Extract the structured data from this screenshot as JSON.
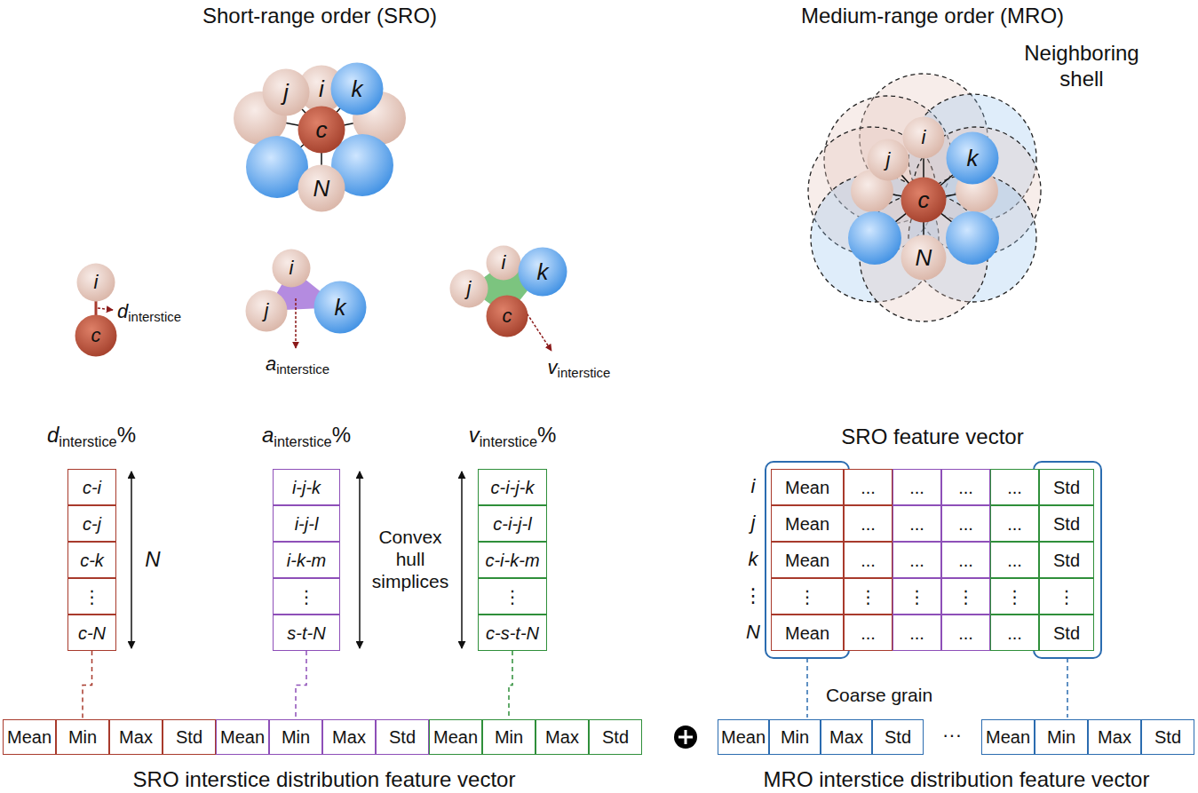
{
  "diagram": {
    "nodes": [
      {
        "text": [
          "i"
        ]
      },
      {
        "text": [
          "j"
        ]
      },
      {
        "text": [
          "k"
        ]
      },
      {
        "text": [
          "c"
        ]
      },
      {
        "text": [
          "N"
        ]
      },
      {
        "text": [
          "i"
        ]
      },
      {
        "text": [
          "c"
        ]
      },
      {
        "text": [
          "i"
        ]
      },
      {
        "text": [
          "j"
        ]
      },
      {
        "text": [
          "k"
        ]
      },
      {
        "text": [
          "i"
        ]
      },
      {
        "text": [
          "j"
        ]
      },
      {
        "text": [
          "k"
        ]
      },
      {
        "text": [
          "c"
        ]
      },
      {
        "text": [
          "i"
        ]
      },
      {
        "text": [
          "j"
        ]
      },
      {
        "text": [
          "k"
        ]
      },
      {
        "text": [
          "c"
        ]
      },
      {
        "text": [
          "N"
        ]
      },
      {
        "text": [
          "c-i"
        ]
      },
      {
        "text": [
          "c-j"
        ]
      },
      {
        "text": [
          "c-k"
        ]
      },
      {
        "text": [
          "⋮"
        ]
      },
      {
        "text": [
          "c-N"
        ]
      },
      {
        "text": [
          "i-j-k"
        ]
      },
      {
        "text": [
          "i-j-l"
        ]
      },
      {
        "text": [
          "i-k-m"
        ]
      },
      {
        "text": [
          "⋮"
        ]
      },
      {
        "text": [
          "s-t-N"
        ]
      },
      {
        "text": [
          "c-i-j-k"
        ]
      },
      {
        "text": [
          "c-i-j-l"
        ]
      },
      {
        "text": [
          "c-i-k-m"
        ]
      },
      {
        "text": [
          "⋮"
        ]
      },
      {
        "text": [
          "c-s-t-N"
        ]
      },
      {
        "text": [
          "Mean"
        ]
      },
      {
        "text": [
          "..."
        ]
      },
      {
        "text": [
          "..."
        ]
      },
      {
        "text": [
          "..."
        ]
      },
      {
        "text": [
          "..."
        ]
      },
      {
        "text": [
          "Std"
        ]
      },
      {
        "text": [
          "Mean"
        ]
      },
      {
        "text": [
          "..."
        ]
      },
      {
        "text": [
          "..."
        ]
      },
      {
        "text": [
          "..."
        ]
      },
      {
        "text": [
          "..."
        ]
      },
      {
        "text": [
          "Std"
        ]
      },
      {
        "text": [
          "Mean"
        ]
      },
      {
        "text": [
          "..."
        ]
      },
      {
        "text": [
          "..."
        ]
      },
      {
        "text": [
          "..."
        ]
      },
      {
        "text": [
          "..."
        ]
      },
      {
        "text": [
          "Std"
        ]
      },
      {
        "text": [
          "⋮"
        ]
      },
      {
        "text": [
          "⋮"
        ]
      },
      {
        "text": [
          "⋮"
        ]
      },
      {
        "text": [
          "⋮"
        ]
      },
      {
        "text": [
          "⋮"
        ]
      },
      {
        "text": [
          "⋮"
        ]
      },
      {
        "text": [
          "Mean"
        ]
      },
      {
        "text": [
          "..."
        ]
      },
      {
        "text": [
          "..."
        ]
      },
      {
        "text": [
          "..."
        ]
      },
      {
        "text": [
          "..."
        ]
      },
      {
        "text": [
          "Std"
        ]
      },
      {
        "text": [
          "Mean"
        ]
      },
      {
        "text": [
          "Min"
        ]
      },
      {
        "text": [
          "Max"
        ]
      },
      {
        "text": [
          "Std"
        ]
      },
      {
        "text": [
          "Mean"
        ]
      },
      {
        "text": [
          "Min"
        ]
      },
      {
        "text": [
          "Max"
        ]
      },
      {
        "text": [
          "Std"
        ]
      },
      {
        "text": [
          "Mean"
        ]
      },
      {
        "text": [
          "Min"
        ]
      },
      {
        "text": [
          "Max"
        ]
      },
      {
        "text": [
          "Std"
        ]
      },
      {
        "text": [
          "Mean"
        ]
      },
      {
        "text": [
          "Min"
        ]
      },
      {
        "text": [
          "Max"
        ]
      },
      {
        "text": [
          "Std"
        ]
      },
      {
        "text": [
          "Mean"
        ]
      },
      {
        "text": [
          "Min"
        ]
      },
      {
        "text": [
          "Max"
        ]
      },
      {
        "text": [
          "Std"
        ]
      }
    ],
    "edges": [
      {
        "from": 23,
        "to": 65,
        "arrow": "none"
      },
      {
        "from": 28,
        "to": 69,
        "arrow": "none"
      },
      {
        "from": 33,
        "to": 73,
        "arrow": "none"
      }
    ],
    "labels": [
      "Short-range order (SRO)",
      "Medium-range order (MRO)",
      "Neighboring shell",
      "d",
      "interstice",
      "a",
      "interstice",
      "v",
      "interstice",
      "d",
      "interstice",
      "%",
      "a",
      "interstice",
      "%",
      "v",
      "interstice",
      "%",
      "N",
      "Convex hull simplices",
      "SRO feature vector",
      "i",
      "j",
      "k",
      "⋮",
      "N",
      "Coarse grain",
      "···",
      "SRO interstice distribution feature vector",
      "MRO interstice distribution feature vector"
    ]
  }
}
